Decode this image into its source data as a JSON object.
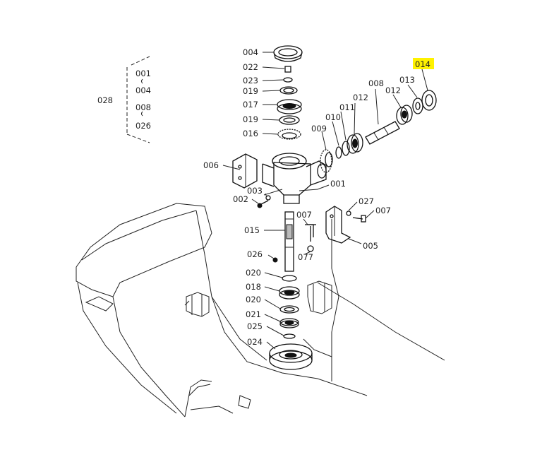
{
  "diagram": {
    "highlight_color": "#fff200",
    "labels": {
      "group_028": "028",
      "group_001": "001",
      "group_004": "004",
      "group_008": "008",
      "group_026": "026",
      "l004": "004",
      "l022": "022",
      "l023": "023",
      "l019a": "019",
      "l017": "017",
      "l019b": "019",
      "l016": "016",
      "l006": "006",
      "l003": "003",
      "l002": "002",
      "l001": "001",
      "l015": "015",
      "l026": "026",
      "l007a": "007",
      "l077": "077",
      "l020a": "020",
      "l018": "018",
      "l020b": "020",
      "l021": "021",
      "l025": "025",
      "l024": "024",
      "l027": "027",
      "l007b": "007",
      "l005": "005",
      "l009": "009",
      "l010": "010",
      "l011": "011",
      "l012a": "012",
      "l008": "008",
      "l012b": "012",
      "l013": "013",
      "l014": "014"
    }
  }
}
